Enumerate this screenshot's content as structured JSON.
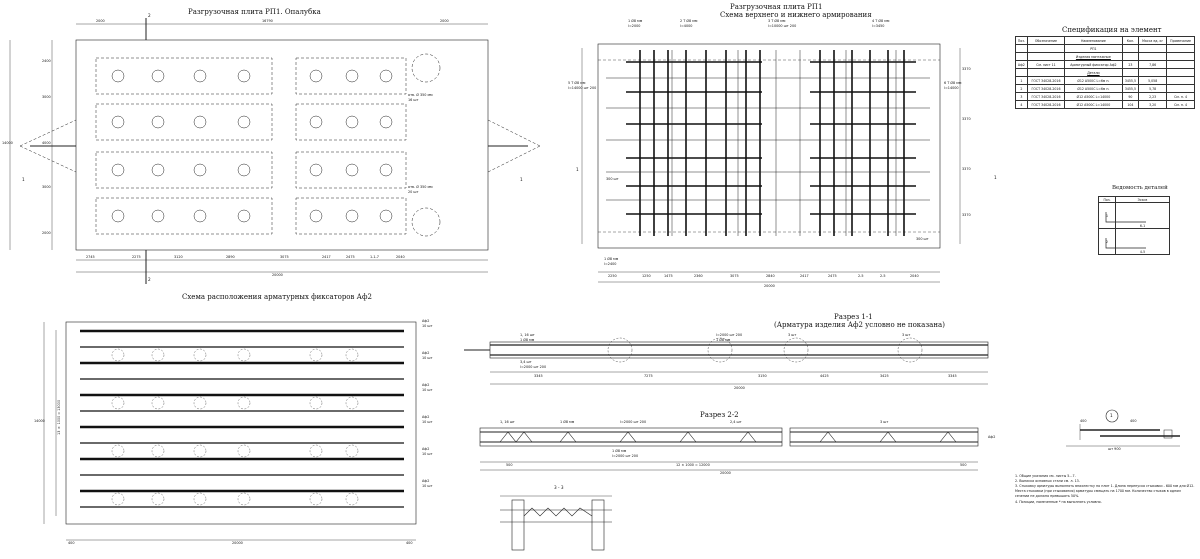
{
  "titles": {
    "formwork": "Разгрузочная плита РП1. Опалубка",
    "reinf_line1": "Разгрузочная плита РП1",
    "reinf_line2": "Схема верхнего и нижнего армирования",
    "spec": "Спецификация на элемент",
    "bending": "Ведомость деталей",
    "fixators": "Схема расположения арматурных фиксаторов Аф2",
    "section11_line1": "Разрез 1-1",
    "section11_line2": "(Арматура изделия Аф2 условно не показана)",
    "section22": "Разрез 2-2",
    "section33": "3 - 3",
    "node1": "1"
  },
  "formwork": {
    "top_dims": [
      "2000",
      "16790",
      "2000"
    ],
    "bottom_dims": [
      "2745",
      "2275",
      "3120",
      "2890",
      "3075",
      "2417",
      "2475",
      "1-1-7",
      "2040"
    ],
    "overall": "20000",
    "left_dims": [
      "2400",
      "3000",
      "4000",
      "3000",
      "2000"
    ],
    "height": "14000",
    "callouts": [
      "отв. Ø 350 мм",
      "16 шт",
      "отв. Ø 350 мм",
      "20 шт"
    ],
    "section_marks": [
      "2",
      "2",
      "1",
      "1"
    ]
  },
  "reinforcement": {
    "top_callouts": [
      "1 Ø8 мм",
      "l=2000",
      "2 Т Ø8 мм",
      "l=4000",
      "3 Т Ø8 мм",
      "l=10000 шт 200",
      "4 Т Ø8 мм",
      "l=3450"
    ],
    "left_callouts": [
      "5 Т Ø8 мм",
      "l=14000 шт 200"
    ],
    "right_callouts": [
      "6 Т Ø8 мм",
      "l=14000"
    ],
    "bottom_callouts": [
      "1 Ø8 мм",
      "l=2400"
    ],
    "bottom_dims": [
      "2250",
      "1250",
      "1475",
      "2360",
      "3075",
      "2840",
      "2417",
      "2475",
      "2-5",
      "2-5",
      "2040"
    ],
    "overall": "20000",
    "right_dims": [
      "3370",
      "3370",
      "3370",
      "3370"
    ],
    "marks": [
      "1",
      "1",
      "300 шт",
      "300 шт"
    ]
  },
  "spec": {
    "headers": [
      "Поз.",
      "Обозначение",
      "Наименование",
      "Кол.",
      "Масса ед. кг",
      "Примечание"
    ],
    "rows": [
      [
        "",
        "",
        "РП1",
        "",
        "",
        ""
      ],
      [
        "",
        "",
        "Изделия монтажные",
        "",
        "",
        ""
      ],
      [
        "Аф2",
        "См. лист 11",
        "Арматурный фиксатор Аф2",
        "23",
        "7,86",
        ""
      ],
      [
        "",
        "",
        "Детали",
        "",
        "",
        ""
      ],
      [
        "1",
        "ГОСТ 34028-2016",
        "Ø12 А500С L=6м п.",
        "3455,5",
        "5,058",
        ""
      ],
      [
        "2",
        "ГОСТ 34028-2016",
        "Ø12 А500С L=6м п.",
        "3455,5",
        "5,78",
        ""
      ],
      [
        "3",
        "ГОСТ 34028-2016",
        "Ø12 А500С L=14000",
        "90",
        "2,23",
        "См. п. 4"
      ],
      [
        "4",
        "ГОСТ 34028-2016",
        "Ø12 А500С L=14000",
        "104",
        "3,20",
        "См. п. 4"
      ]
    ]
  },
  "bending": {
    "headers": [
      "Поз.",
      "Эскиз"
    ],
    "rows": [
      [
        "1",
        "6-1"
      ],
      [
        "2",
        "4-5"
      ]
    ]
  },
  "fixators": {
    "right_labels": [
      "Аф2",
      "10 шт",
      "Аф2",
      "10 шт",
      "Аф2",
      "10 шт",
      "Аф2",
      "10 шт",
      "Аф2",
      "10 шт",
      "Аф2",
      "10 шт"
    ],
    "bottom_dim": "20000",
    "left_dim": "14000",
    "left_dim2": "13 × 1000 = 13000",
    "corner_dims": [
      "400",
      "400"
    ]
  },
  "section11": {
    "callouts": [
      "1, 16 шт",
      "1 Ø8 мм",
      "l=2000 шт 200",
      "3,4 шт",
      "1 Ø8 мм",
      "l=2000 шт 200",
      "3 шт",
      "3 шт"
    ],
    "dims": [
      "3345",
      "7275",
      "3150",
      "4425",
      "3425",
      "3345"
    ],
    "overall": "20000"
  },
  "section22": {
    "callouts": [
      "1, 16 шт",
      "1 Ø8 мм",
      "l=2000 шт 200",
      "2,4 шт",
      "1 Ø8 мм",
      "l=2000 шт 200",
      "3 шт"
    ],
    "dims": [
      "500",
      "12 × 1000 = 12000",
      "500"
    ],
    "overall": "20000",
    "label": "Аф2"
  },
  "notes": [
    "1. Общие указания см. листы 5...7.",
    "2. Выписка основных стали см. л. 13.",
    "3. Стыковку арматуры выполнять внахлестку по плит 1. Длина перепуска стыковки - 600 мм для Ø12. Места стыковки (при стыкования) арматуры смещать на 1700 мм. Количество стыков в одном сечении не должно превышать 50%.",
    "4. Позиции, помеченные * на выполнять условно."
  ],
  "node1_dims": [
    "400",
    "400",
    "шт 900"
  ]
}
